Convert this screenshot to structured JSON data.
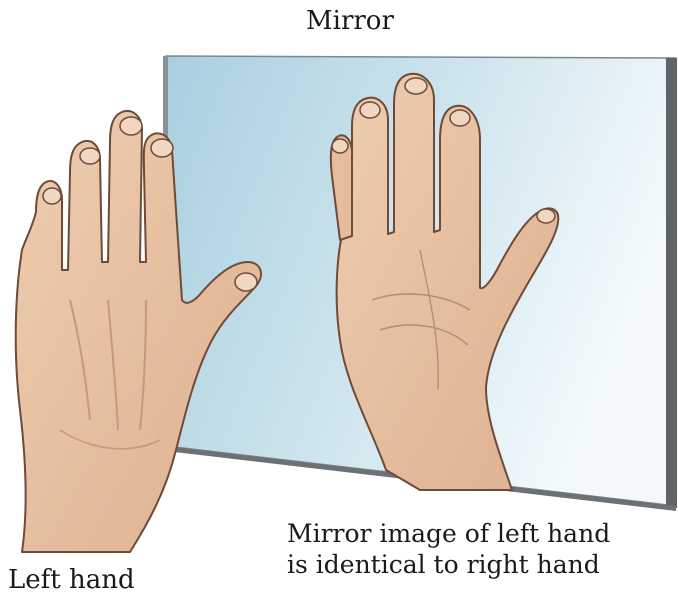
{
  "labels": {
    "mirror": "Mirror",
    "left_hand": "Left hand",
    "caption_line1": "Mirror image of left hand",
    "caption_line2": "is identical to right hand"
  },
  "colors": {
    "mirror_glass_light": "#eef6f8",
    "mirror_glass_blue": "#a9cfdf",
    "mirror_frame": "#5f6468",
    "skin": "#e9c3a3",
    "skin_shadow": "#c99879",
    "outline": "#6e4b39",
    "nail": "#f1d6c2"
  },
  "icons": {
    "left_hand": "left-hand-illustration",
    "reflected_hand": "reflected-hand-illustration",
    "mirror": "mirror-panel"
  }
}
